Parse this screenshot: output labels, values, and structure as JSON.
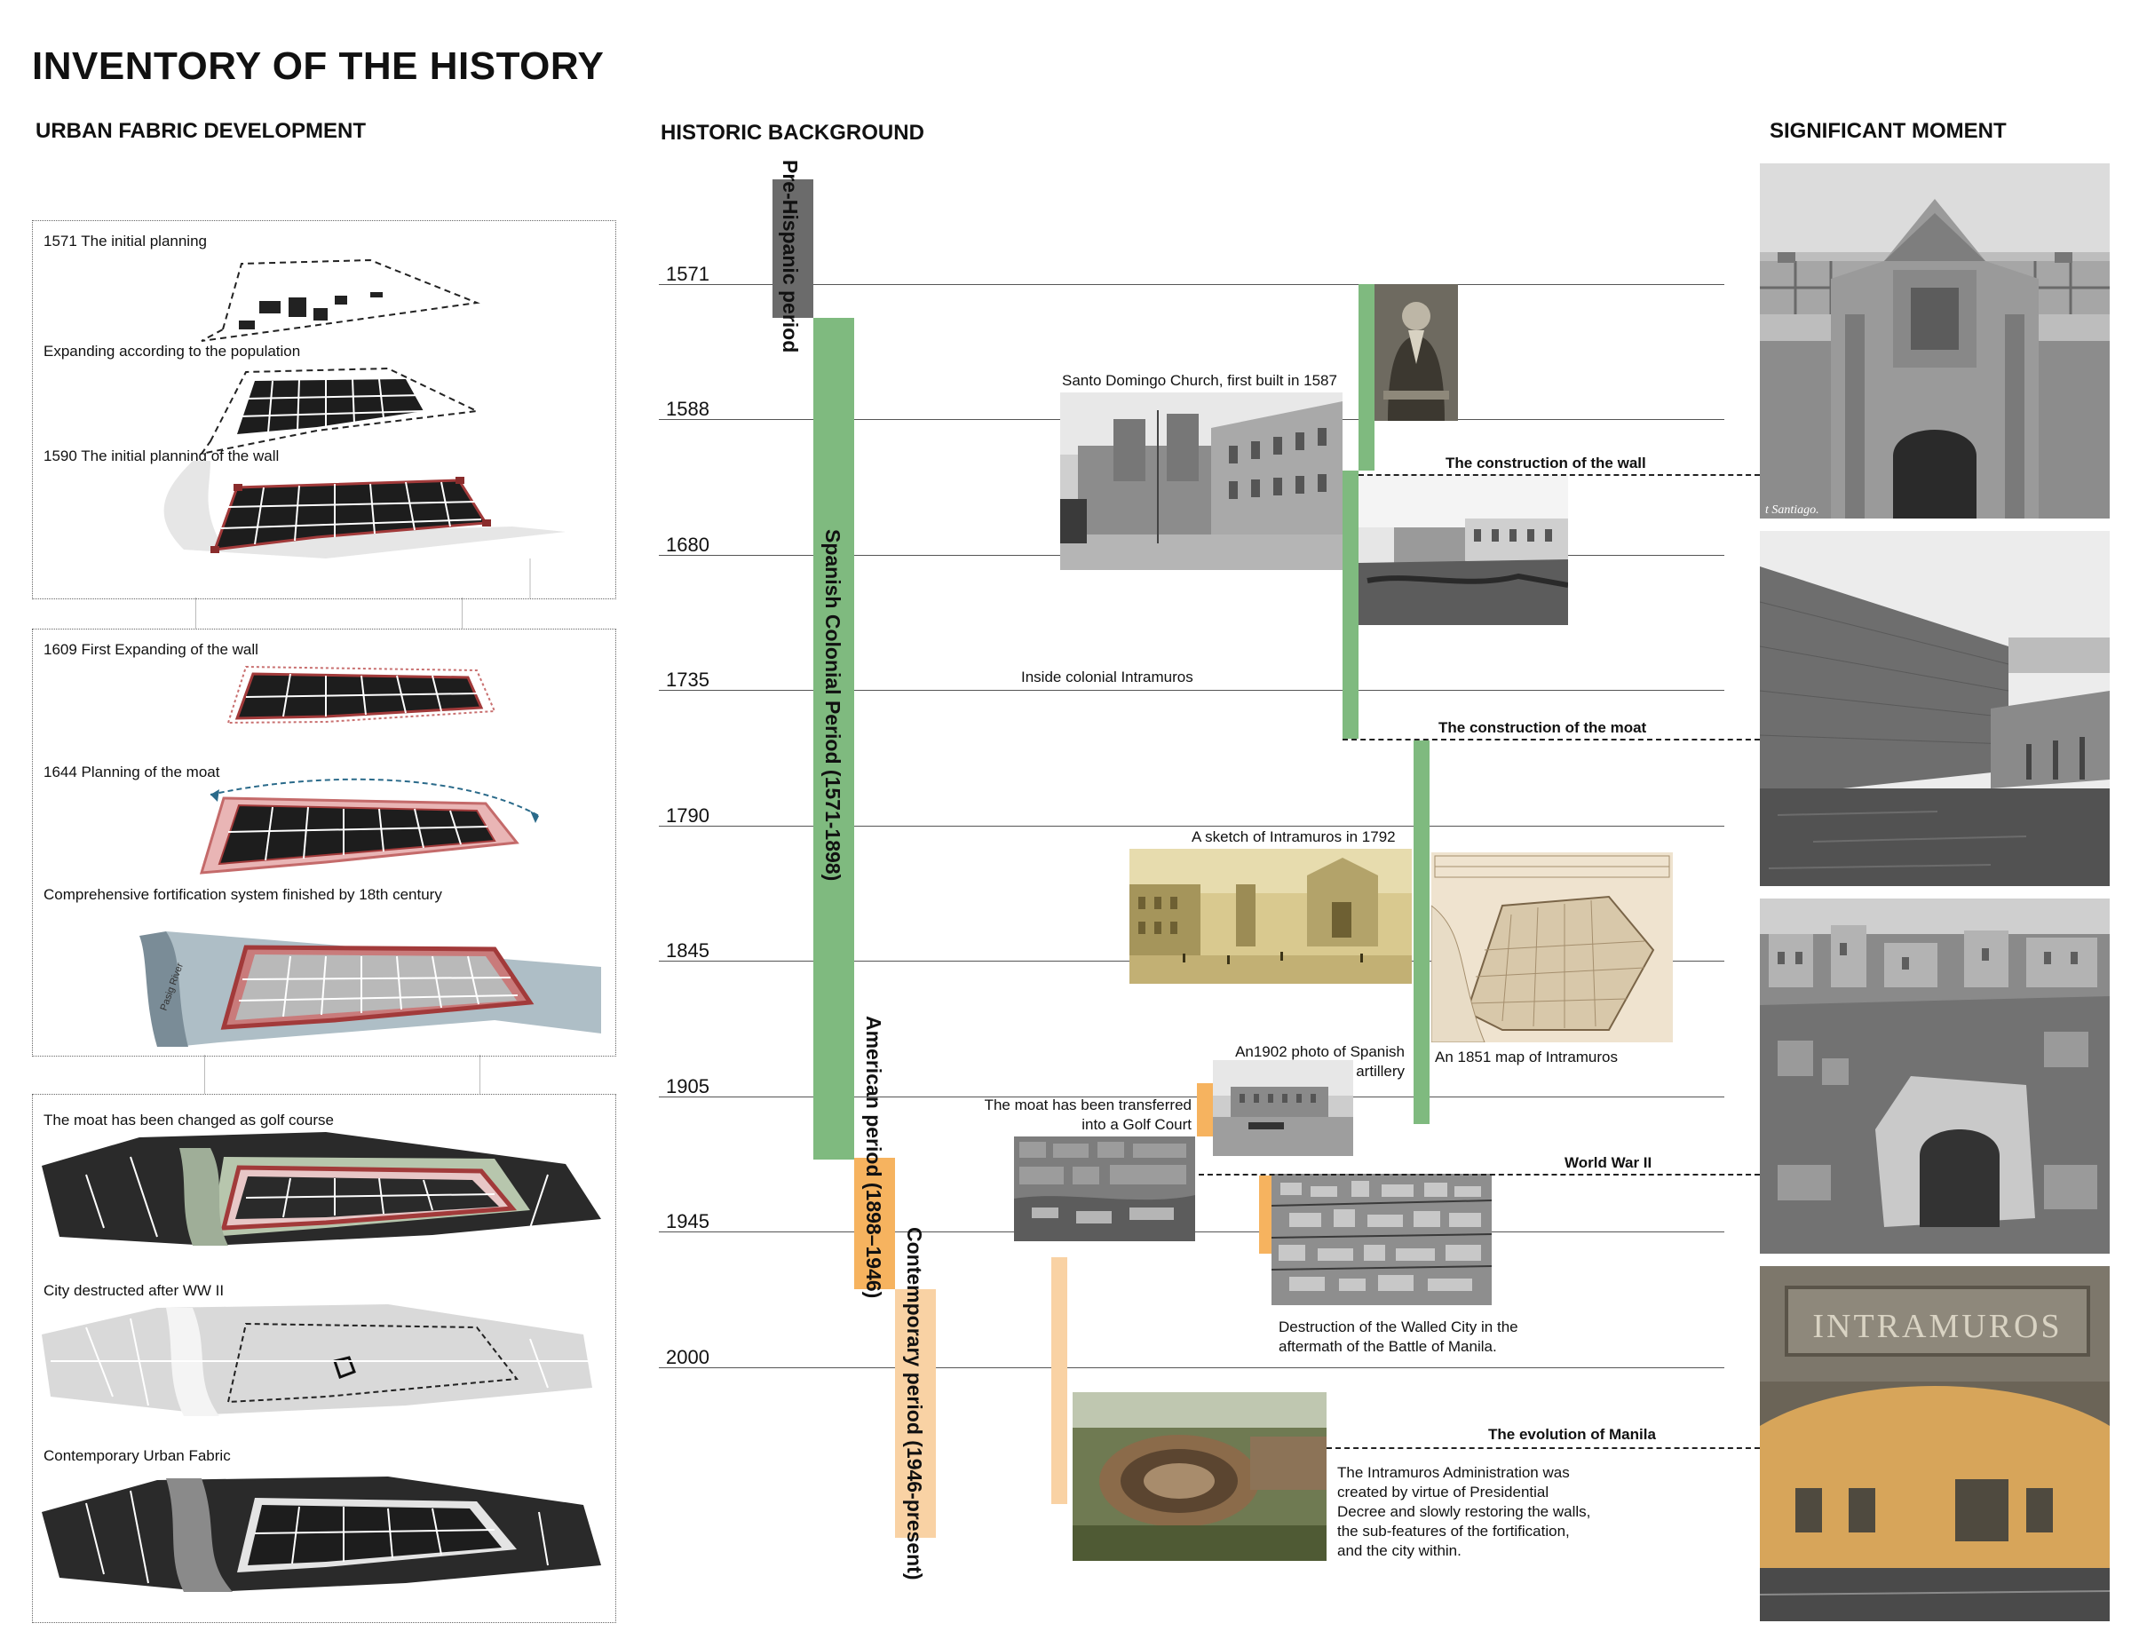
{
  "page_title": "INVENTORY OF THE HISTORY",
  "sections": {
    "urban": "URBAN FABRIC DEVELOPMENT",
    "historic": "HISTORIC BACKGROUND",
    "moment": "SIGNIFICANT MOMENT"
  },
  "panels": {
    "p1": {
      "l1": "1571 The initial planning",
      "l2": "Expanding according to the population",
      "l3": "1590 The initial planning of the wall"
    },
    "p2": {
      "l1": "1609 First Expanding of the wall",
      "l2": "1644 Planning of the moat",
      "l3": "Comprehensive fortification system finished by 18th century",
      "river": "Pasig River"
    },
    "p3": {
      "l1": "The moat has been changed as golf course",
      "l2": "City destructed after WW II",
      "l3": "Contemporary Urban Fabric"
    }
  },
  "timeline": {
    "years": [
      "1571",
      "1588",
      "1680",
      "1735",
      "1790",
      "1845",
      "1905",
      "1945",
      "2000"
    ],
    "periods": {
      "pre": "Pre-Hispanic period",
      "spanish": "Spanish Colonial Period (1571-1898)",
      "american": "American period (1898–1946)",
      "contemporary": "Contemporary period (1946-present)"
    }
  },
  "annotations": {
    "santo_domingo": "Santo Domingo Church, first built in 1587",
    "inside_colonial": "Inside colonial Intramuros",
    "sketch": "A sketch of Intramuros in 1792",
    "map_1851": "An 1851 map of Intramuros",
    "photo_1902_a": "An1902 photo of Spanish",
    "photo_1902_b": "artillery",
    "golf_a": "The moat has been transferred",
    "golf_b": "into a Golf Court",
    "destruction_a": "Destruction of the Walled City in the",
    "destruction_b": "aftermath of the Battle of Manila.",
    "admin_1": "The Intramuros Administration was",
    "admin_2": "created by virtue of Presidential",
    "admin_3": "Decree and slowly restoring the walls,",
    "admin_4": "the sub-features of the fortification,",
    "admin_5": "and the city within."
  },
  "moments": {
    "wall": "The construction of the wall",
    "moat": "The construction of the moat",
    "ww2": "World War II",
    "evolution": "The evolution of Manila"
  },
  "photo_text": {
    "santiago": "t Santiago.",
    "intramuros_sign": "INTRAMUROS"
  },
  "colors": {
    "green": "#7fba7f",
    "orange": "#f6b35f",
    "light_orange": "#f9d2a4",
    "grey": "#6b6b6b",
    "wall_red": "#a23a3a"
  }
}
